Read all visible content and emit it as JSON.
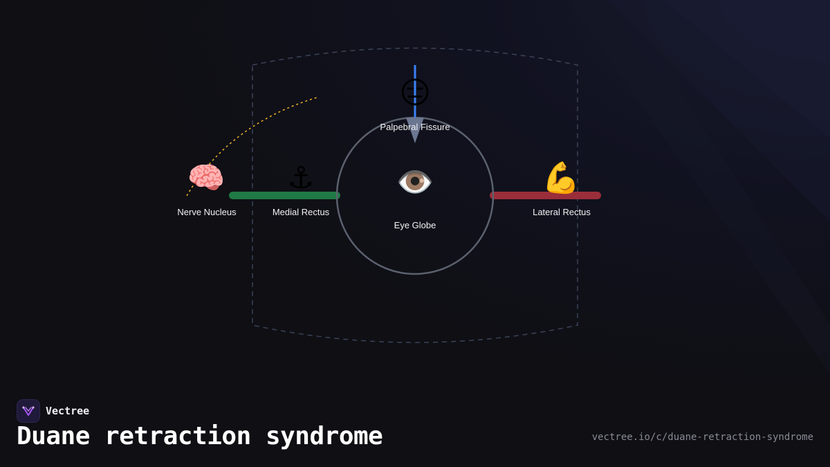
{
  "brand": {
    "name": "Vectree",
    "logo_icon": "vectree-logo-icon"
  },
  "title": "Duane retraction syndrome",
  "url": "vectree.io/c/duane-retraction-syndrome",
  "colors": {
    "background": "#0f0f14",
    "medial_bar": "#1f7a45",
    "lateral_bar": "#9a2e3a",
    "fissure_line": "#3b82f6",
    "nerve_path": "#f0b429",
    "globe_outline": "#5b616e",
    "orbit_outline": "#3a4458"
  },
  "nodes": {
    "nerve_nucleus": {
      "label": "Nerve Nucleus",
      "icon": "🧠",
      "icon_name": "brain-icon"
    },
    "medial_rectus": {
      "label": "Medial Rectus",
      "icon": "⚓",
      "icon_name": "anchor-icon"
    },
    "eye_globe": {
      "label": "Eye Globe",
      "icon": "👁️",
      "icon_name": "eye-icon"
    },
    "palpebral_fissure": {
      "label": "Palpebral Fissure",
      "icon": "😑",
      "icon_name": "expressionless-face-icon"
    },
    "lateral_rectus": {
      "label": "Lateral Rectus",
      "icon": "💪",
      "icon_name": "flexed-biceps-icon"
    }
  }
}
